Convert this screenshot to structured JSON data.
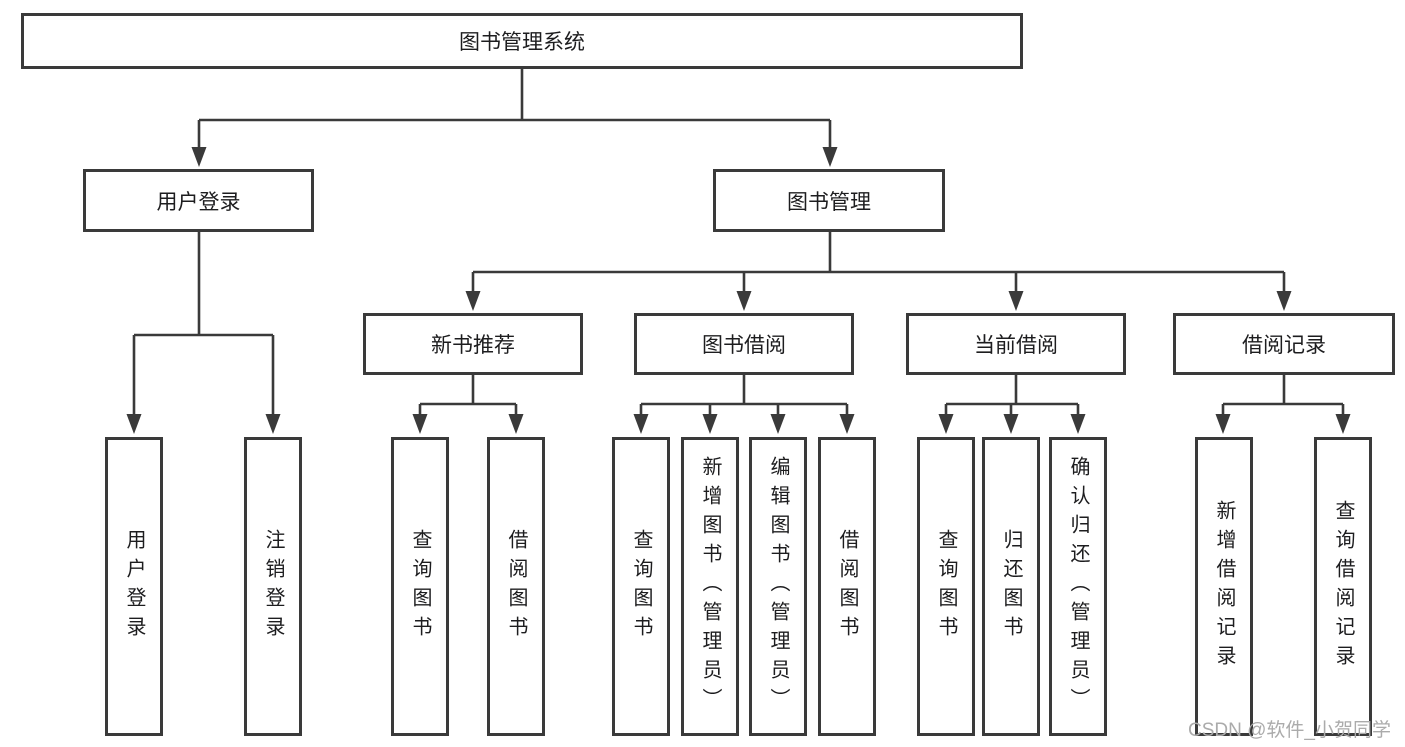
{
  "root": {
    "label": "图书管理系统"
  },
  "branches": {
    "user_login": {
      "label": "用户登录",
      "leaves": [
        {
          "label": "用户登录"
        },
        {
          "label": "注销登录"
        }
      ]
    },
    "book_management": {
      "label": "图书管理",
      "sections": [
        {
          "label": "新书推荐",
          "leaves": [
            {
              "label": "查询图书"
            },
            {
              "label": "借阅图书"
            }
          ]
        },
        {
          "label": "图书借阅",
          "leaves": [
            {
              "label": "查询图书"
            },
            {
              "label": "新增图书（管理员）"
            },
            {
              "label": "编辑图书（管理员）"
            },
            {
              "label": "借阅图书"
            }
          ]
        },
        {
          "label": "当前借阅",
          "leaves": [
            {
              "label": "查询图书"
            },
            {
              "label": "归还图书"
            },
            {
              "label": "确认归还（管理员）"
            }
          ]
        },
        {
          "label": "借阅记录",
          "leaves": [
            {
              "label": "新增借阅记录"
            },
            {
              "label": "查询借阅记录"
            }
          ]
        }
      ]
    }
  },
  "watermark": {
    "text": "CSDN @软件_小贺同学"
  },
  "colors": {
    "line": "#3a3a3a",
    "node_text": "#1d1d1f",
    "watermark_text": "#ababab"
  }
}
